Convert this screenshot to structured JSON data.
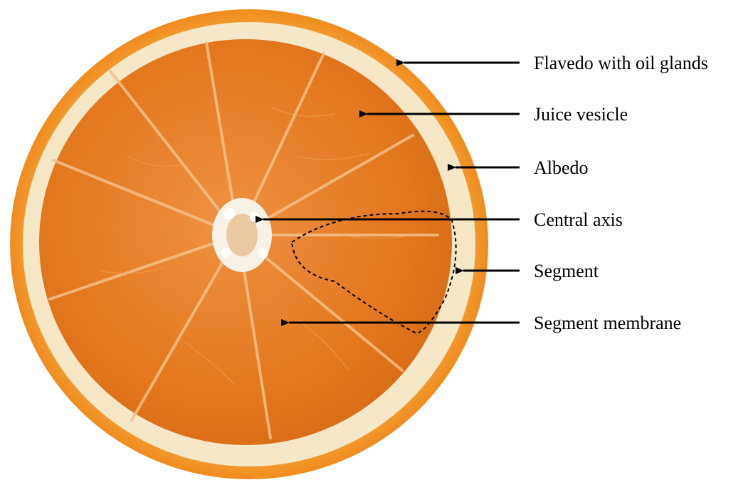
{
  "labels": {
    "flavedo": "Flavedo with oil glands",
    "juice_vesicle": "Juice vesicle",
    "albedo": "Albedo",
    "central_axis": "Central axis",
    "segment": "Segment",
    "segment_membrane": "Segment membrane"
  },
  "colors": {
    "peel": "#ef8b1d",
    "albedo": "#f6e7c7",
    "flesh": "#e2781f",
    "flesh_highlight": "#ee9244",
    "membrane": "#f4c08a",
    "axis": "#f8f2e6",
    "arrow": "#000000"
  }
}
